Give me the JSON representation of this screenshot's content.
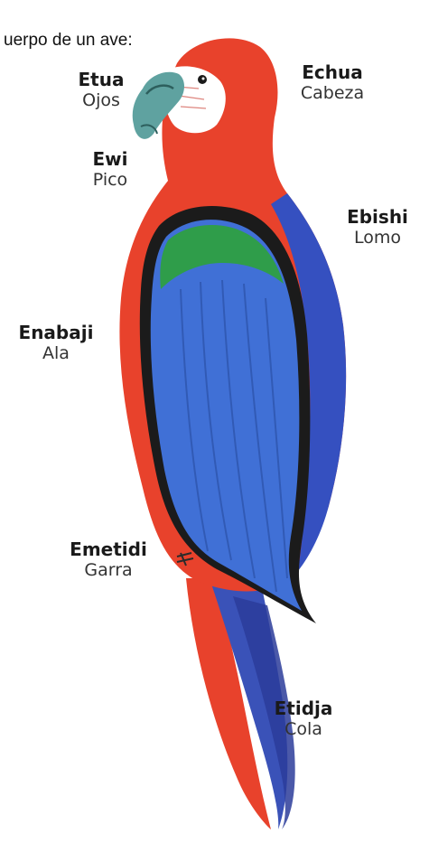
{
  "heading": "uerpo de un ave:",
  "labels": {
    "eyes": {
      "term": "Etua",
      "translation": "Ojos"
    },
    "beak": {
      "term": "Ewi",
      "translation": "Pico"
    },
    "head": {
      "term": "Echua",
      "translation": "Cabeza"
    },
    "back": {
      "term": "Ebishi",
      "translation": "Lomo"
    },
    "wing": {
      "term": "Enabaji",
      "translation": "Ala"
    },
    "claw": {
      "term": "Emetidi",
      "translation": "Garra"
    },
    "tail": {
      "term": "Etidja",
      "translation": "Cola"
    }
  },
  "colors": {
    "plumage_red": "#e8422c",
    "wing_blue": "#3f6fd0",
    "wing_green": "#2f9d4a",
    "beak": "#5fa2a0",
    "face": "#ffffff"
  }
}
